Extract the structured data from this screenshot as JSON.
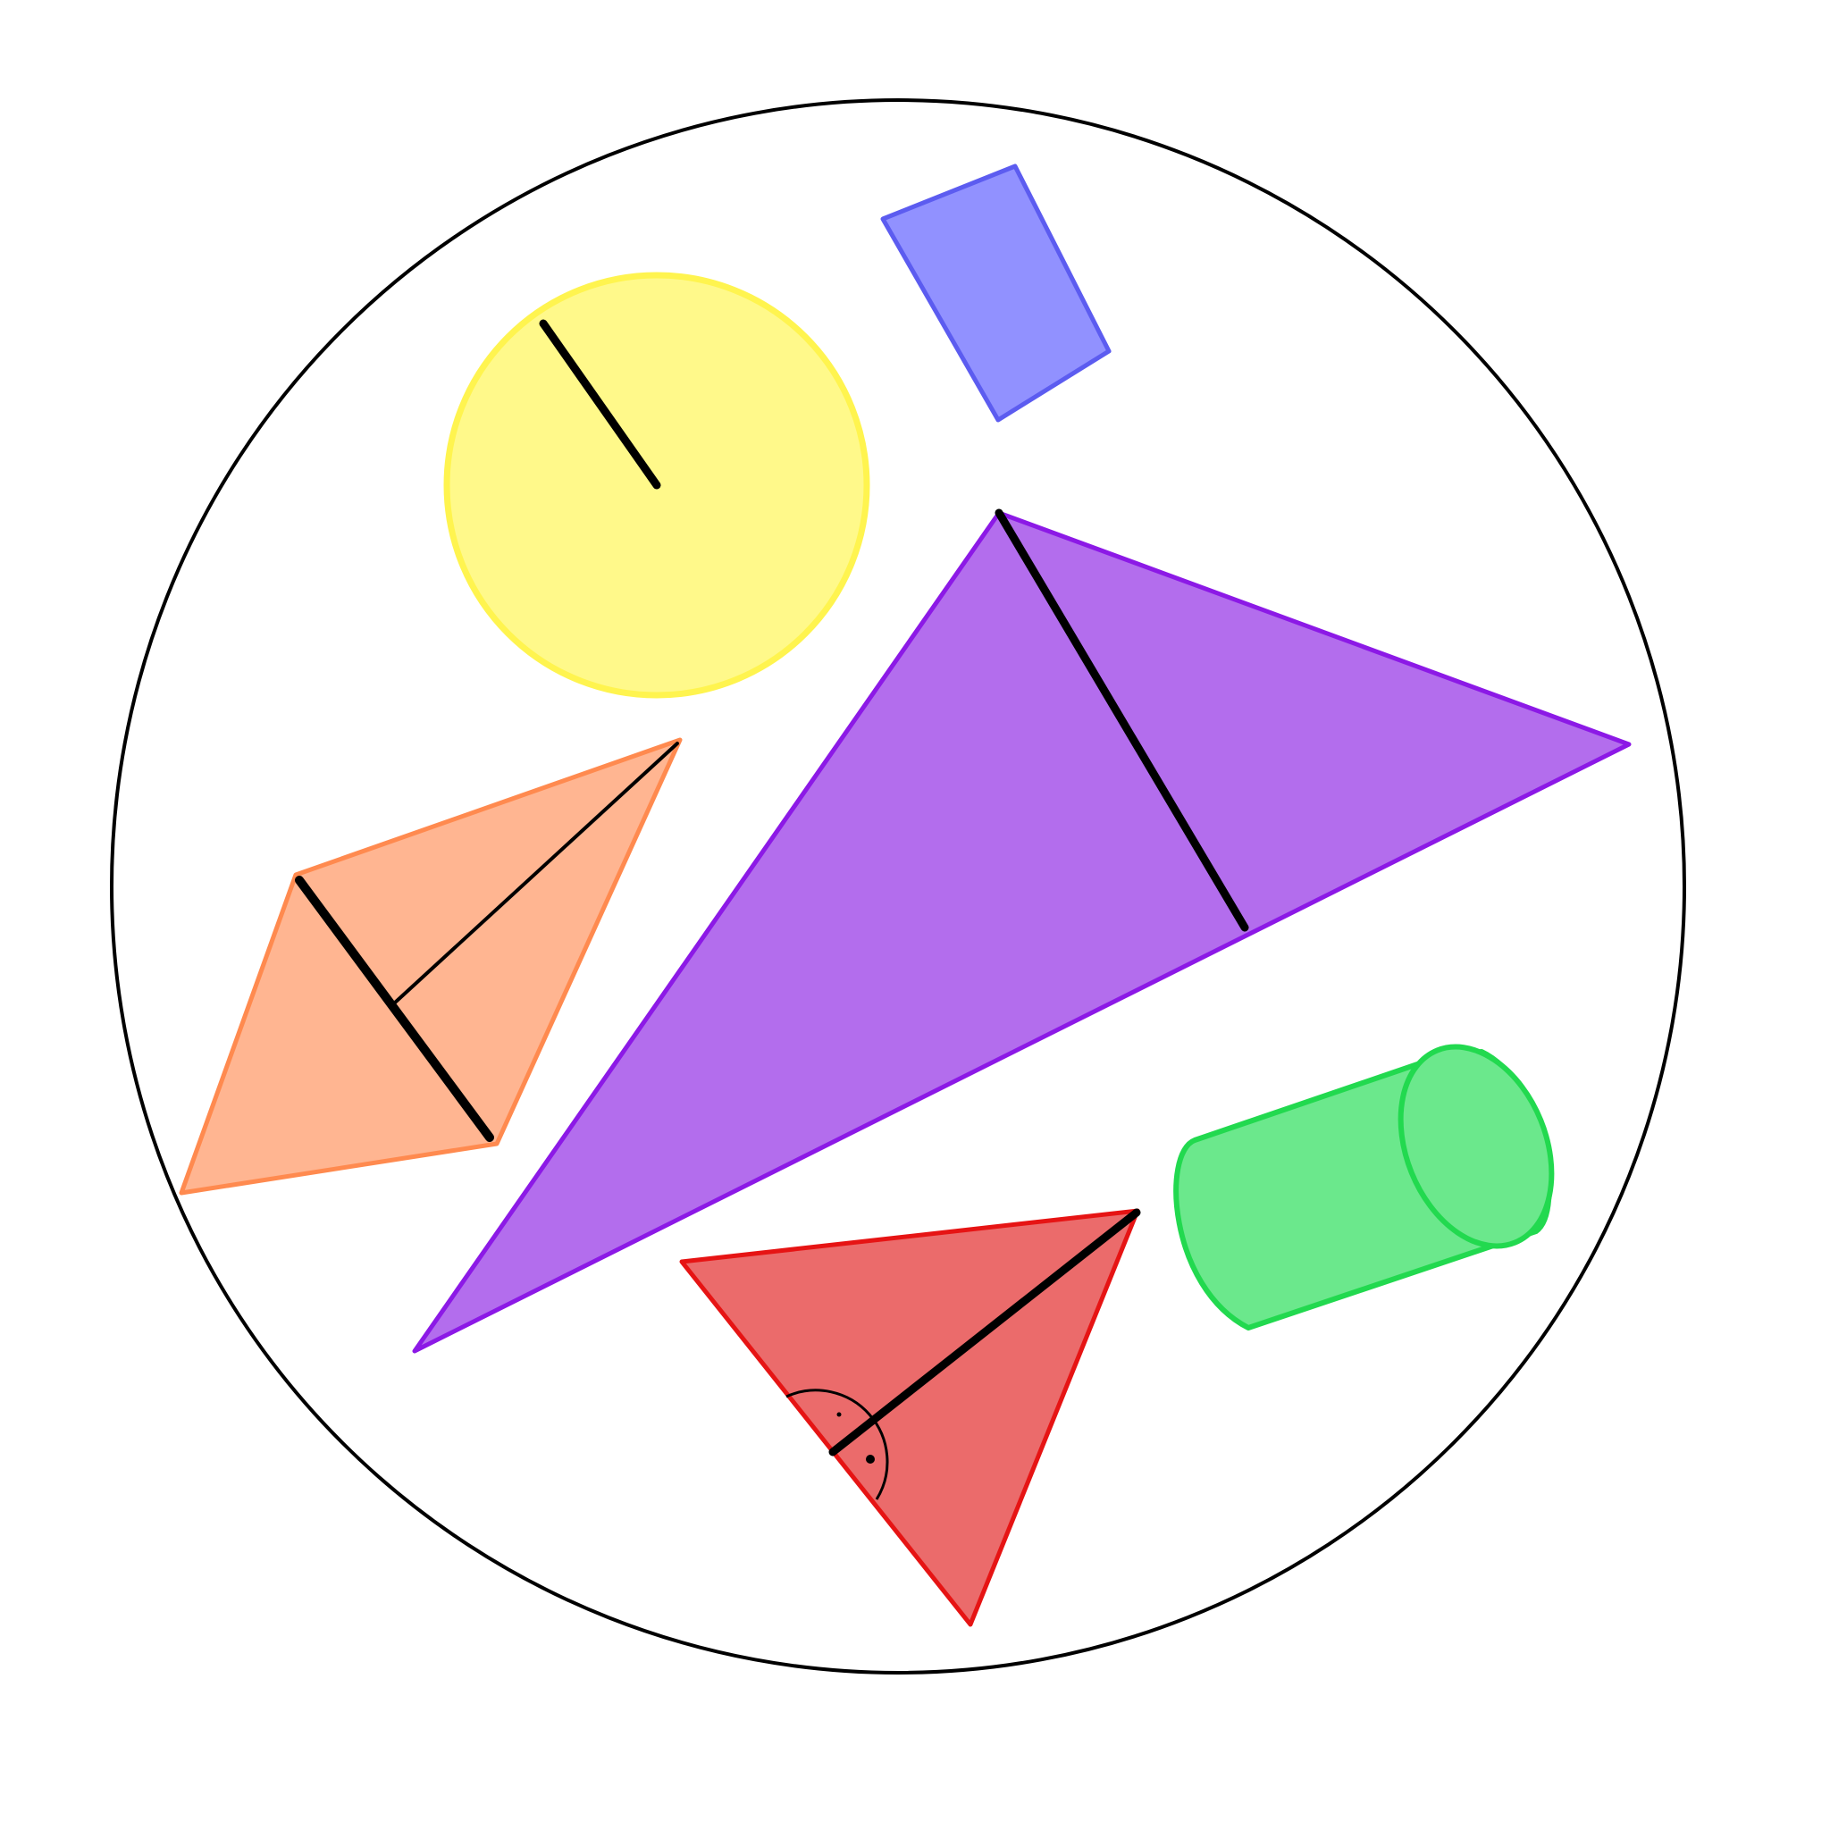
{
  "diagram": {
    "background": "#ffffff",
    "outline_color": "#000000",
    "shapes": [
      {
        "kind": "circle",
        "fill": "#fff98a",
        "stroke": "#fff44f",
        "marks": [
          "radius-line"
        ]
      },
      {
        "kind": "rectangle",
        "fill": "#9191ff",
        "stroke": "#5c5cf0",
        "marks": []
      },
      {
        "kind": "triangle",
        "fill": "#b36ded",
        "stroke": "#8c19e6",
        "marks": [
          "height-line"
        ]
      },
      {
        "kind": "rhombus",
        "fill": "#ffb591",
        "stroke": "#ff8a4f",
        "marks": [
          "diagonal-line",
          "perpendicular-line"
        ]
      },
      {
        "kind": "triangle",
        "fill": "#eb6b6b",
        "stroke": "#e61414",
        "marks": [
          "height-line",
          "right-angle-marker"
        ]
      },
      {
        "kind": "cylinder",
        "fill": "#6be88c",
        "stroke": "#22d94f",
        "marks": []
      }
    ]
  }
}
